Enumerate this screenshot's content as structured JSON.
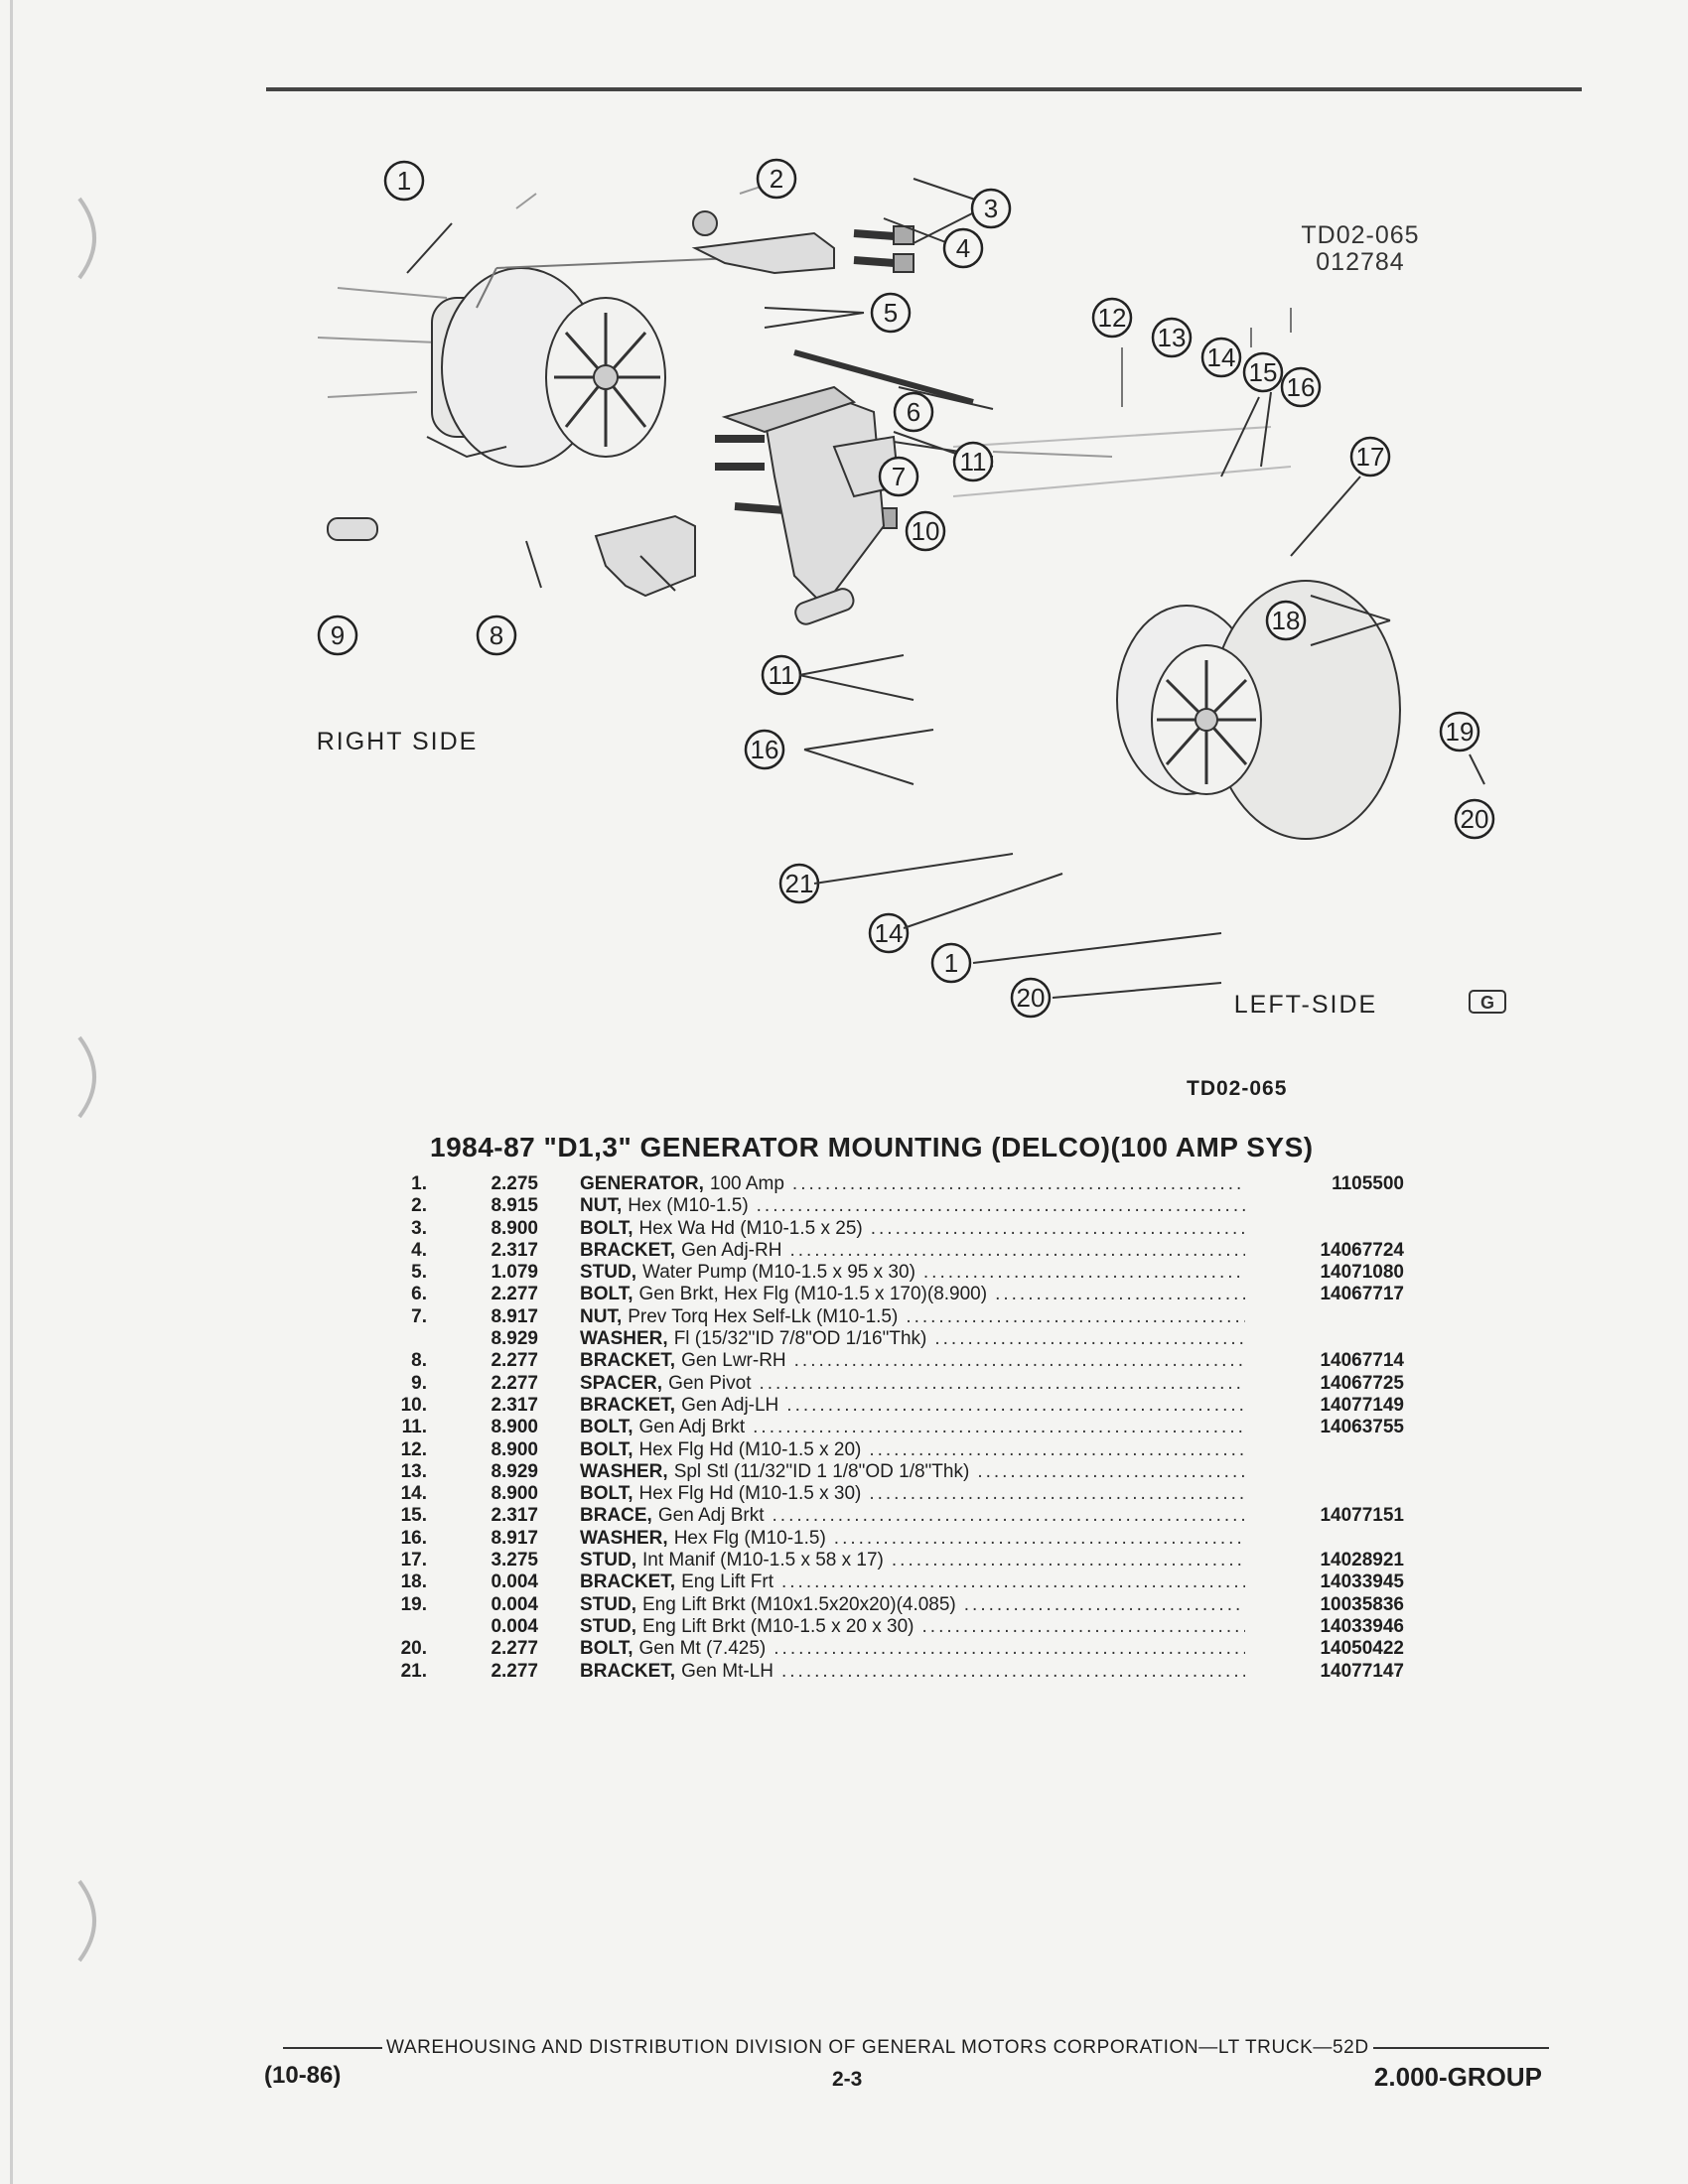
{
  "diagram": {
    "code": "TD02-065",
    "date_code": "012784",
    "right_label": "RIGHT SIDE",
    "left_label": "LEFT-SIDE",
    "logo_letter": "G",
    "callouts": [
      "1",
      "2",
      "3",
      "4",
      "5",
      "6",
      "7",
      "8",
      "9",
      "10",
      "11",
      "11",
      "12",
      "13",
      "14",
      "15",
      "16",
      "16",
      "17",
      "18",
      "19",
      "20",
      "20",
      "21",
      "14",
      "1"
    ]
  },
  "figure_id": "TD02-065",
  "title": "1984-87 \"D1,3\" GENERATOR MOUNTING (DELCO)(100 AMP SYS)",
  "parts": [
    {
      "num": "1.",
      "group": "2.275",
      "name": "GENERATOR,",
      "spec": "100 Amp",
      "part": "1105500"
    },
    {
      "num": "2.",
      "group": "8.915",
      "name": "NUT,",
      "spec": "Hex (M10-1.5)",
      "part": ""
    },
    {
      "num": "3.",
      "group": "8.900",
      "name": "BOLT,",
      "spec": "Hex Wa Hd (M10-1.5 x 25)",
      "part": ""
    },
    {
      "num": "4.",
      "group": "2.317",
      "name": "BRACKET,",
      "spec": "Gen Adj-RH",
      "part": "14067724"
    },
    {
      "num": "5.",
      "group": "1.079",
      "name": "STUD,",
      "spec": "Water Pump (M10-1.5 x 95 x 30)",
      "part": "14071080"
    },
    {
      "num": "6.",
      "group": "2.277",
      "name": "BOLT,",
      "spec": "Gen Brkt, Hex Flg (M10-1.5 x 170)(8.900)",
      "part": "14067717"
    },
    {
      "num": "7.",
      "group": "8.917",
      "name": "NUT,",
      "spec": "Prev Torq Hex Self-Lk (M10-1.5)",
      "part": ""
    },
    {
      "num": "",
      "group": "8.929",
      "name": "WASHER,",
      "spec": "Fl (15/32\"ID 7/8\"OD 1/16\"Thk)",
      "part": ""
    },
    {
      "num": "8.",
      "group": "2.277",
      "name": "BRACKET,",
      "spec": "Gen Lwr-RH",
      "part": "14067714"
    },
    {
      "num": "9.",
      "group": "2.277",
      "name": "SPACER,",
      "spec": "Gen Pivot",
      "part": "14067725"
    },
    {
      "num": "10.",
      "group": "2.317",
      "name": "BRACKET,",
      "spec": "Gen Adj-LH",
      "part": "14077149"
    },
    {
      "num": "11.",
      "group": "8.900",
      "name": "BOLT,",
      "spec": "Gen Adj Brkt",
      "part": "14063755"
    },
    {
      "num": "12.",
      "group": "8.900",
      "name": "BOLT,",
      "spec": "Hex Flg Hd (M10-1.5 x 20)",
      "part": ""
    },
    {
      "num": "13.",
      "group": "8.929",
      "name": "WASHER,",
      "spec": "Spl Stl (11/32\"ID 1 1/8\"OD 1/8\"Thk)",
      "part": ""
    },
    {
      "num": "14.",
      "group": "8.900",
      "name": "BOLT,",
      "spec": "Hex Flg Hd (M10-1.5 x 30)",
      "part": ""
    },
    {
      "num": "15.",
      "group": "2.317",
      "name": "BRACE,",
      "spec": "Gen Adj Brkt",
      "part": "14077151"
    },
    {
      "num": "16.",
      "group": "8.917",
      "name": "WASHER,",
      "spec": "Hex Flg (M10-1.5)",
      "part": ""
    },
    {
      "num": "17.",
      "group": "3.275",
      "name": "STUD,",
      "spec": "Int Manif (M10-1.5 x 58 x 17)",
      "part": "14028921"
    },
    {
      "num": "18.",
      "group": "0.004",
      "name": "BRACKET,",
      "spec": "Eng Lift Frt",
      "part": "14033945"
    },
    {
      "num": "19.",
      "group": "0.004",
      "name": "STUD,",
      "spec": "Eng Lift Brkt (M10x1.5x20x20)(4.085)",
      "part": "10035836"
    },
    {
      "num": "",
      "group": "0.004",
      "name": "STUD,",
      "spec": "Eng Lift Brkt (M10-1.5 x 20 x 30)",
      "part": "14033946"
    },
    {
      "num": "20.",
      "group": "2.277",
      "name": "BOLT,",
      "spec": "Gen Mt (7.425)",
      "part": "14050422"
    },
    {
      "num": "21.",
      "group": "2.277",
      "name": "BRACKET,",
      "spec": "Gen Mt-LH",
      "part": "14077147"
    }
  ],
  "footer": {
    "line": "WAREHOUSING AND DISTRIBUTION  DIVISION OF GENERAL MOTORS CORPORATION—LT TRUCK—52D",
    "revision": "(10-86)",
    "page": "2-3",
    "group": "2.000-GROUP"
  }
}
